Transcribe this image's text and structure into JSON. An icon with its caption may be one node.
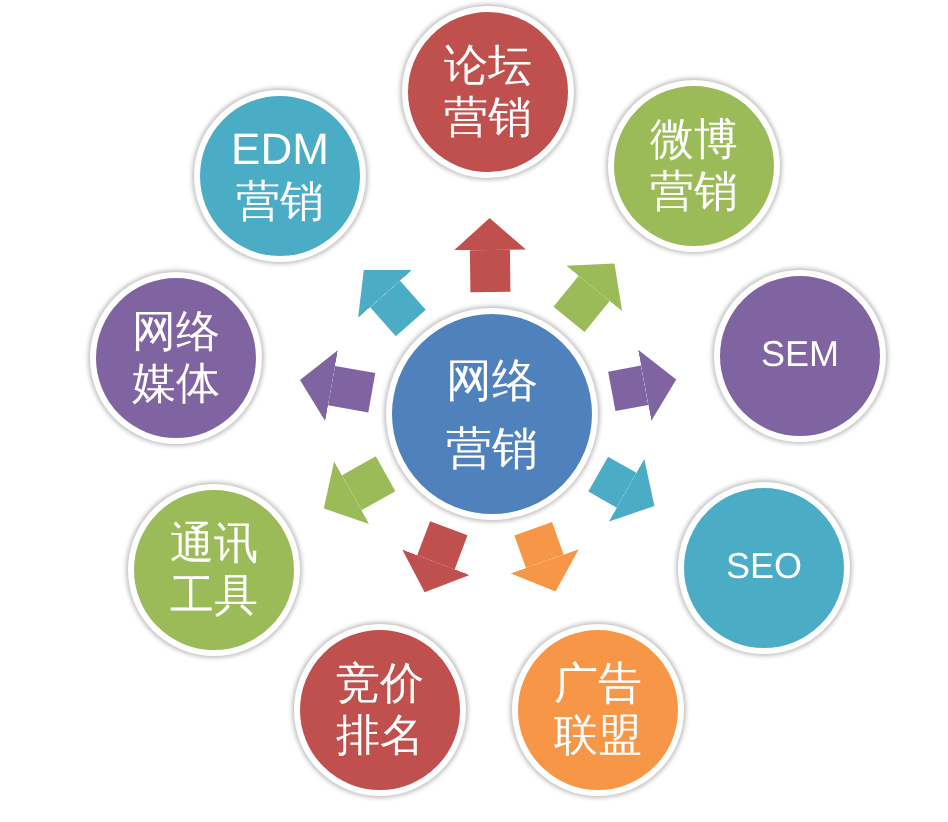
{
  "diagram": {
    "nodes": [
      {
        "text": [
          "论坛营销"
        ]
      },
      {
        "text": [
          "EDM营销"
        ]
      },
      {
        "text": [
          "微博营销"
        ]
      },
      {
        "text": [
          "网络媒体"
        ]
      },
      {
        "text": [
          "网络营销"
        ]
      },
      {
        "text": [
          "SEM"
        ]
      },
      {
        "text": [
          "通讯工具"
        ]
      },
      {
        "text": [
          "SEO"
        ]
      },
      {
        "text": [
          "竞价排名"
        ]
      },
      {
        "text": [
          "广告联盟"
        ]
      }
    ],
    "edges": [
      {
        "from": 4,
        "to": 0,
        "arrow": "to",
        "color": "#c0504d"
      },
      {
        "from": 4,
        "to": 2,
        "arrow": "to",
        "color": "#9bbb59"
      },
      {
        "from": 4,
        "to": 5,
        "arrow": "to",
        "color": "#8064a2"
      },
      {
        "from": 4,
        "to": 7,
        "arrow": "to",
        "color": "#4bacc6"
      },
      {
        "from": 4,
        "to": 9,
        "arrow": "to",
        "color": "#f79646"
      },
      {
        "from": 4,
        "to": 8,
        "arrow": "to",
        "color": "#c0504d"
      },
      {
        "from": 4,
        "to": 6,
        "arrow": "to",
        "color": "#9bbb59"
      },
      {
        "from": 4,
        "to": 3,
        "arrow": "to",
        "color": "#8064a2"
      },
      {
        "from": 4,
        "to": 1,
        "arrow": "to",
        "color": "#4bacc6"
      }
    ]
  }
}
